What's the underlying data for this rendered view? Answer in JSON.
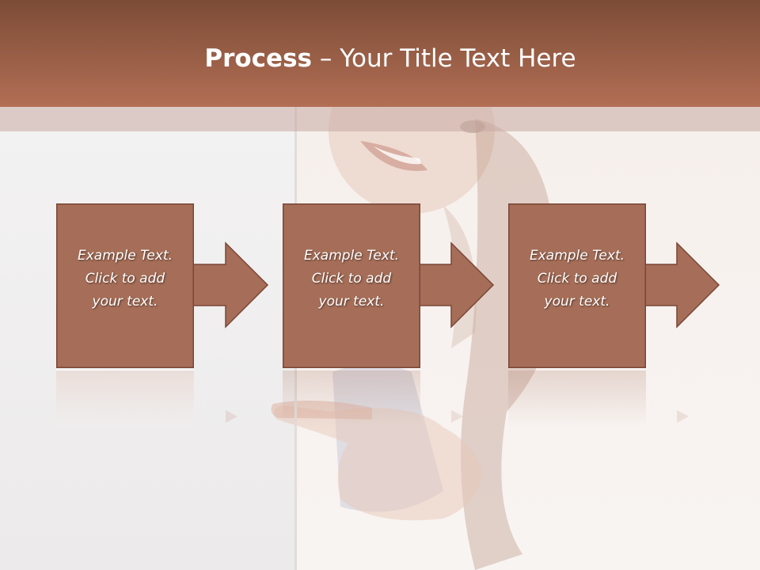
{
  "title": {
    "bold": "Process",
    "rest": " – Your Title Text Here"
  },
  "steps": [
    {
      "text": "Example Text.\nClick  to add\nyour text."
    },
    {
      "text": "Example Text.\nClick  to add\nyour text."
    },
    {
      "text": "Example Text.\nClick  to add\nyour text."
    }
  ],
  "colors": {
    "header_top": "#7c4c37",
    "header_bottom": "#b26e54",
    "box_fill": "#a66e58",
    "box_border": "#7a4636"
  }
}
